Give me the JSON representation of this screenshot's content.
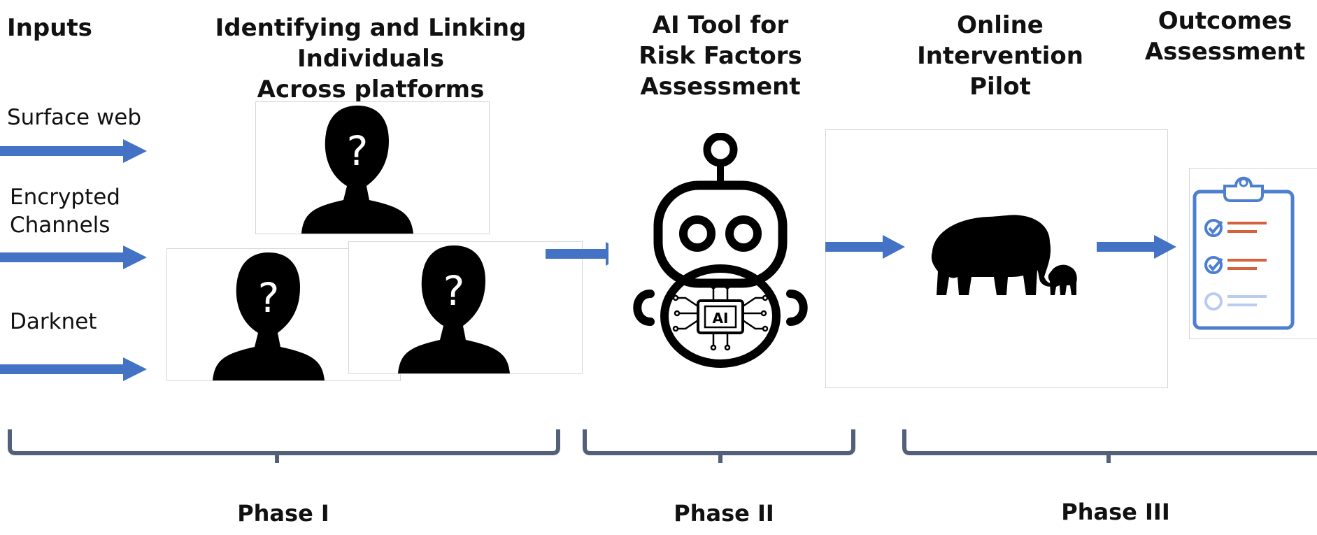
{
  "headers": {
    "inputs": "Inputs",
    "identify_line1": "Identifying and Linking Individuals",
    "identify_line2": "Across platforms",
    "ai_line1": "AI Tool for",
    "ai_line2": "Risk Factors",
    "ai_line3": "Assessment",
    "online_line1": "Online",
    "online_line2": "Intervention",
    "online_line3": "Pilot",
    "outcomes_line1": "Outcomes",
    "outcomes_line2": "Assessment"
  },
  "inputs": {
    "surface_web": "Surface web",
    "encrypted_line1": "Encrypted",
    "encrypted_line2": "Channels",
    "darknet": "Darknet"
  },
  "robot": {
    "chip_label": "AI"
  },
  "phases": {
    "phase1": "Phase I",
    "phase2": "Phase II",
    "phase3": "Phase III"
  },
  "colors": {
    "arrow": "#4472c4",
    "bracket": "#53607a",
    "silhouette": "#000000",
    "clipboard_blue": "#4d7fd0",
    "clipboard_red": "#d4623e"
  }
}
